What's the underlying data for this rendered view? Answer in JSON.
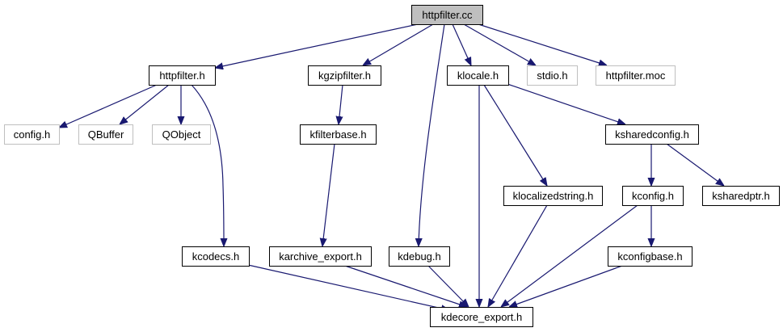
{
  "diagram": {
    "title": "httpfilter.cc include dependency graph",
    "colors": {
      "edge": "#191970",
      "root_fill": "#bfbfbf",
      "node_border": "#000000",
      "external_border": "#bfbfbf",
      "node_fill": "#ffffff"
    },
    "nodes": [
      {
        "id": "httpfilter_cc",
        "label": "httpfilter.cc",
        "kind": "root"
      },
      {
        "id": "httpfilter_h",
        "label": "httpfilter.h",
        "kind": "documented"
      },
      {
        "id": "kgzipfilter_h",
        "label": "kgzipfilter.h",
        "kind": "documented"
      },
      {
        "id": "klocale_h",
        "label": "klocale.h",
        "kind": "documented"
      },
      {
        "id": "stdio_h",
        "label": "stdio.h",
        "kind": "external"
      },
      {
        "id": "httpfilter_moc",
        "label": "httpfilter.moc",
        "kind": "external"
      },
      {
        "id": "config_h",
        "label": "config.h",
        "kind": "external"
      },
      {
        "id": "qbuffer",
        "label": "QBuffer",
        "kind": "external"
      },
      {
        "id": "qobject",
        "label": "QObject",
        "kind": "external"
      },
      {
        "id": "kfilterbase_h",
        "label": "kfilterbase.h",
        "kind": "documented"
      },
      {
        "id": "ksharedconfig_h",
        "label": "ksharedconfig.h",
        "kind": "documented"
      },
      {
        "id": "klocalizedstring_h",
        "label": "klocalizedstring.h",
        "kind": "documented"
      },
      {
        "id": "kconfig_h",
        "label": "kconfig.h",
        "kind": "documented"
      },
      {
        "id": "ksharedptr_h",
        "label": "ksharedptr.h",
        "kind": "documented"
      },
      {
        "id": "kcodecs_h",
        "label": "kcodecs.h",
        "kind": "documented"
      },
      {
        "id": "karchive_export_h",
        "label": "karchive_export.h",
        "kind": "documented"
      },
      {
        "id": "kdebug_h",
        "label": "kdebug.h",
        "kind": "documented"
      },
      {
        "id": "kconfigbase_h",
        "label": "kconfigbase.h",
        "kind": "documented"
      },
      {
        "id": "kdecore_export_h",
        "label": "kdecore_export.h",
        "kind": "documented"
      }
    ],
    "edges": [
      {
        "from": "httpfilter_cc",
        "to": "httpfilter_h"
      },
      {
        "from": "httpfilter_cc",
        "to": "kgzipfilter_h"
      },
      {
        "from": "httpfilter_cc",
        "to": "kdebug_h"
      },
      {
        "from": "httpfilter_cc",
        "to": "klocale_h"
      },
      {
        "from": "httpfilter_cc",
        "to": "stdio_h"
      },
      {
        "from": "httpfilter_cc",
        "to": "httpfilter_moc"
      },
      {
        "from": "httpfilter_h",
        "to": "config_h"
      },
      {
        "from": "httpfilter_h",
        "to": "qbuffer"
      },
      {
        "from": "httpfilter_h",
        "to": "qobject"
      },
      {
        "from": "httpfilter_h",
        "to": "kcodecs_h"
      },
      {
        "from": "kgzipfilter_h",
        "to": "kfilterbase_h"
      },
      {
        "from": "kfilterbase_h",
        "to": "karchive_export_h"
      },
      {
        "from": "klocale_h",
        "to": "kdecore_export_h"
      },
      {
        "from": "klocale_h",
        "to": "klocalizedstring_h"
      },
      {
        "from": "klocale_h",
        "to": "ksharedconfig_h"
      },
      {
        "from": "ksharedconfig_h",
        "to": "kconfig_h"
      },
      {
        "from": "ksharedconfig_h",
        "to": "ksharedptr_h"
      },
      {
        "from": "kconfig_h",
        "to": "kdecore_export_h"
      },
      {
        "from": "kconfig_h",
        "to": "kconfigbase_h"
      },
      {
        "from": "klocalizedstring_h",
        "to": "kdecore_export_h"
      },
      {
        "from": "kcodecs_h",
        "to": "kdecore_export_h"
      },
      {
        "from": "karchive_export_h",
        "to": "kdecore_export_h"
      },
      {
        "from": "kdebug_h",
        "to": "kdecore_export_h"
      },
      {
        "from": "kconfigbase_h",
        "to": "kdecore_export_h"
      }
    ]
  }
}
